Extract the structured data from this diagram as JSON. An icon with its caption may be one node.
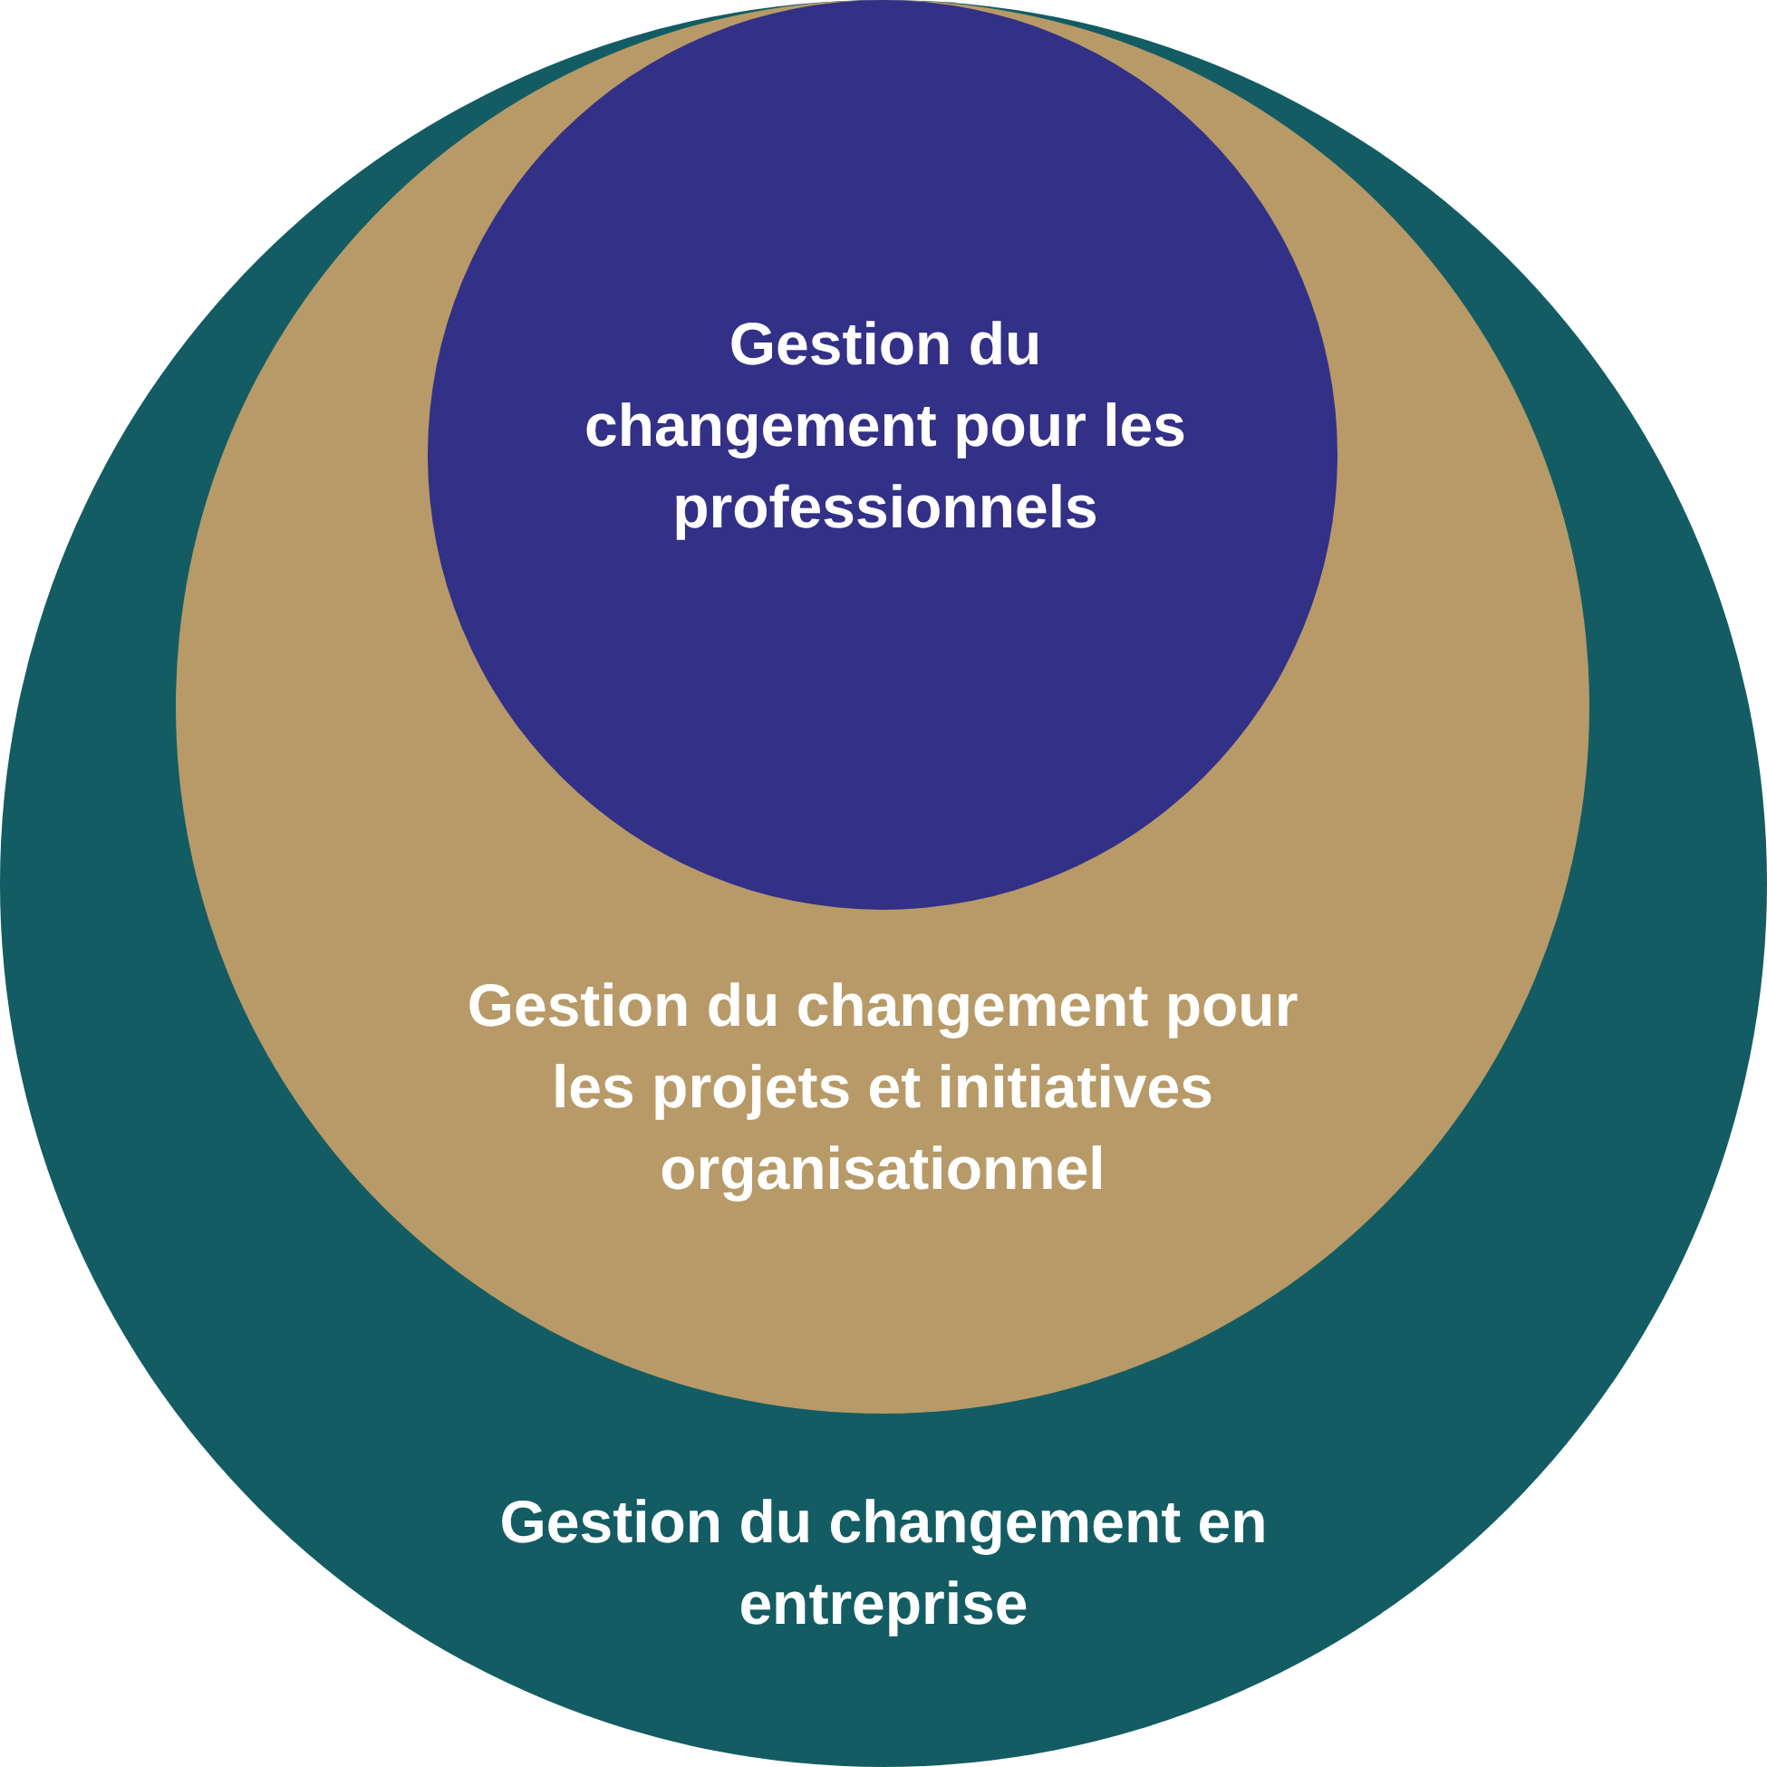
{
  "diagram": {
    "nodes": [
      {
        "text": [
          "Gestion du changement en entreprise"
        ]
      },
      {
        "text": [
          "Gestion du changement pour les projets et initiatives organisationnel"
        ],
        "in": 0
      },
      {
        "text": [
          "Gestion du changement pour les professionnels"
        ],
        "in": 1
      }
    ],
    "edges": []
  }
}
